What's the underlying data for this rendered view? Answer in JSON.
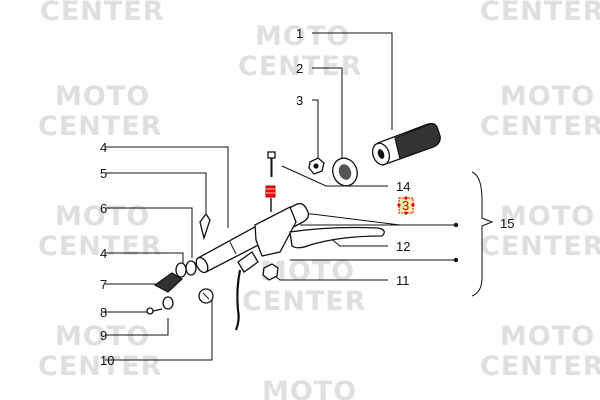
{
  "watermark": {
    "line1": "MOTO",
    "line2": "CENTER",
    "color": "#e0e0e0"
  },
  "diagram": {
    "highlight_color": "#ff0000",
    "callouts": {
      "c1": "1",
      "c2": "2",
      "c3_top": "3",
      "c4_upper": "4",
      "c5": "5",
      "c6": "6",
      "c4_lower": "4",
      "c7": "7",
      "c8": "8",
      "c9": "9",
      "c10": "10",
      "c11": "11",
      "c12": "12",
      "c3_highlight": "3",
      "c14": "14",
      "c15": "15"
    }
  }
}
